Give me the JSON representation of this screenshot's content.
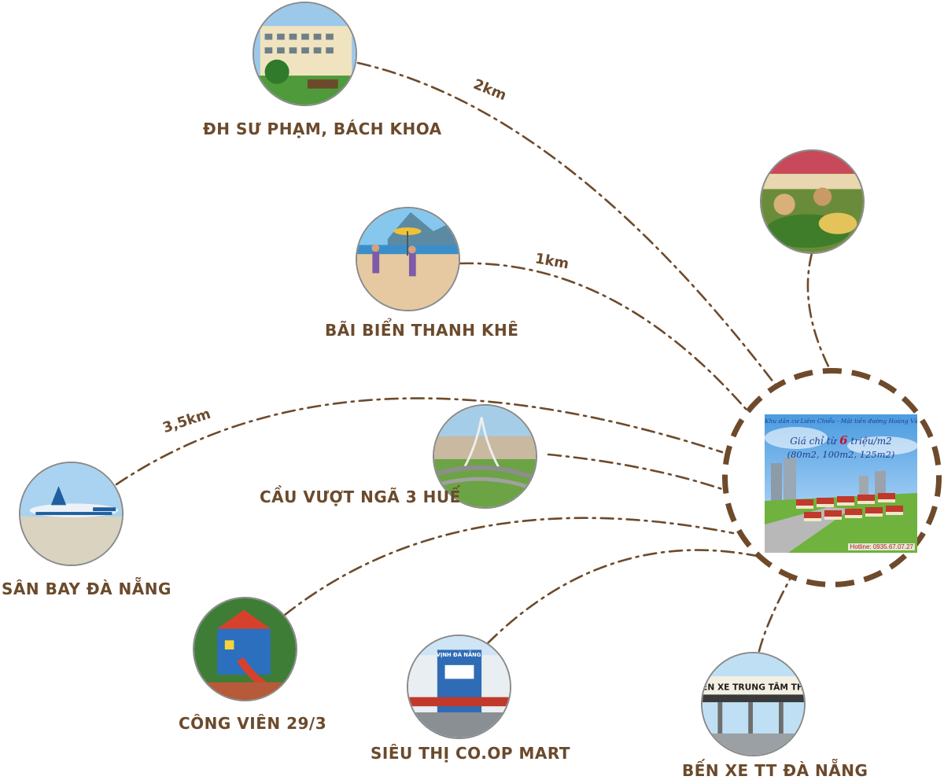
{
  "center": {
    "line1": "Khu dân cư Liêm Chiểu - Mặt tiền đường Hoàng Văn Thái",
    "price_prefix": "Giá chỉ từ",
    "price_number": "6",
    "price_suffix": "triệu/m2",
    "sizes": "(80m2, 100m2, 125m2)",
    "hotline": "Hotline: 0935.67.07.27"
  },
  "locations": {
    "university": {
      "label": "ĐH SƯ PHẠM, BÁCH KHOA",
      "distance": "2km"
    },
    "market": {
      "label": ""
    },
    "beach": {
      "label": "BÃI BIỂN THANH KHÊ",
      "distance": "1km"
    },
    "airport": {
      "label": "SÂN BAY ĐÀ NẴNG",
      "distance": "3,5km"
    },
    "bridge": {
      "label": "CẦU VƯỢT NGÃ 3 HUẾ"
    },
    "park": {
      "label": "CÔNG VIÊN 29/3"
    },
    "mall": {
      "label": "SIÊU THỊ CO.OP MART",
      "sign": "VỊNH ĐÀ NẴNG"
    },
    "bus": {
      "label": "BẾN XE TT ĐÀ NẴNG",
      "sign": "BẾN XE TRUNG TÂM THÀ"
    }
  },
  "colors": {
    "brown": "#6b4a2c",
    "line": "#6e4a2b",
    "hotline_red": "#c8102e",
    "text_blue": "#1f3f8a"
  }
}
